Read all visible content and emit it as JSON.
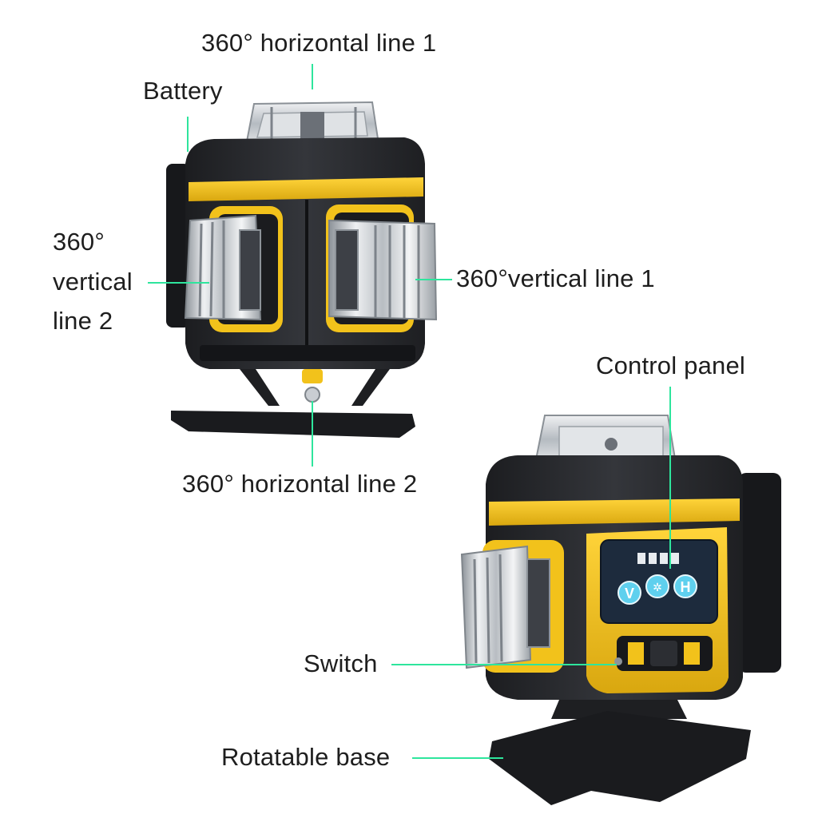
{
  "labels": {
    "horizontal_line_1": "360° horizontal line 1",
    "battery": "Battery",
    "vertical_line_2_a": "360°",
    "vertical_line_2_b": "vertical",
    "vertical_line_2_c": "line 2",
    "vertical_line_1": "360°vertical line 1",
    "control_panel": "Control panel",
    "horizontal_line_2": "360° horizontal line 2",
    "switch": "Switch",
    "rotatable_base": "Rotatable base"
  },
  "panel_buttons": {
    "v": "V",
    "h": "H"
  },
  "colors": {
    "leader_line": "#2ee59d",
    "body_black": "#26272b",
    "accent_yellow": "#f2c21b",
    "chrome": "#c9cdd2",
    "panel_blue": "#1d2b3d"
  }
}
